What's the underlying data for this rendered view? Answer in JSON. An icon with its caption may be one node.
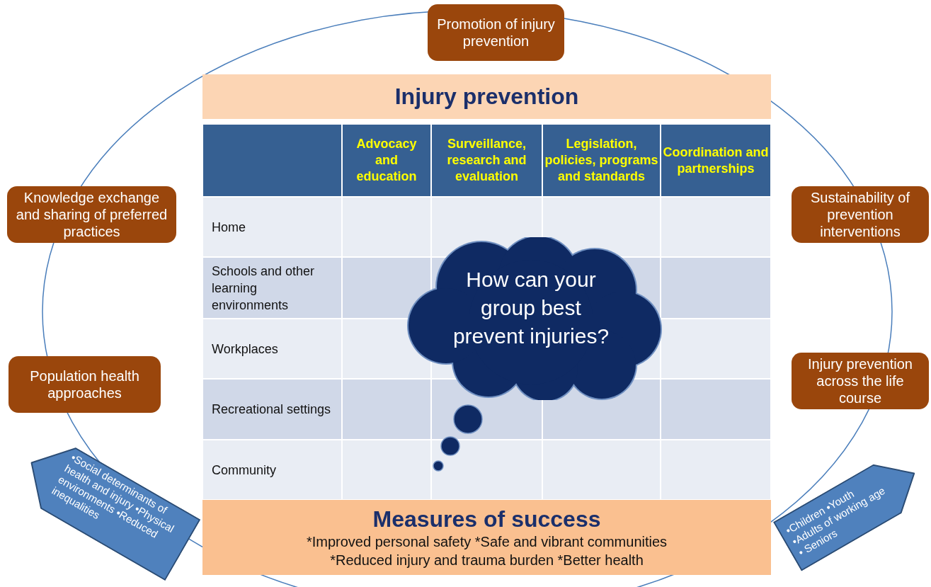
{
  "diagram": {
    "nodes": [
      {
        "text": [
          "Promotion of injury prevention"
        ]
      },
      {
        "text": [
          "Injury prevention"
        ]
      },
      {
        "text": [
          "Knowledge exchange and sharing of preferred practices"
        ]
      },
      {
        "text": [
          "Sustainability of prevention interventions"
        ]
      },
      {
        "text": [
          "How can your group best prevent injuries?"
        ]
      },
      {
        "text": [
          "Population health approaches"
        ]
      },
      {
        "text": [
          "Injury prevention across the life course"
        ]
      },
      {
        "text": [
          "•Social determinants of health and injury •Physical environments •Reduced inequalities"
        ]
      },
      {
        "text": [
          "•Children •Youth •Adults of working age • Seniors"
        ]
      },
      {
        "text": [
          "Measures of success",
          "*Improved personal safety *Safe and vibrant communities *Reduced injury and trauma burden *Better health"
        ]
      }
    ],
    "edges": [],
    "labels": [
      "Advocacy and education",
      "Surveillance, research and evaluation",
      "Legislation, policies, programs and standards",
      "Coordination and partnerships",
      "Home",
      "Schools and other learning environments",
      "Workplaces",
      "Recreational settings",
      "Community"
    ]
  }
}
